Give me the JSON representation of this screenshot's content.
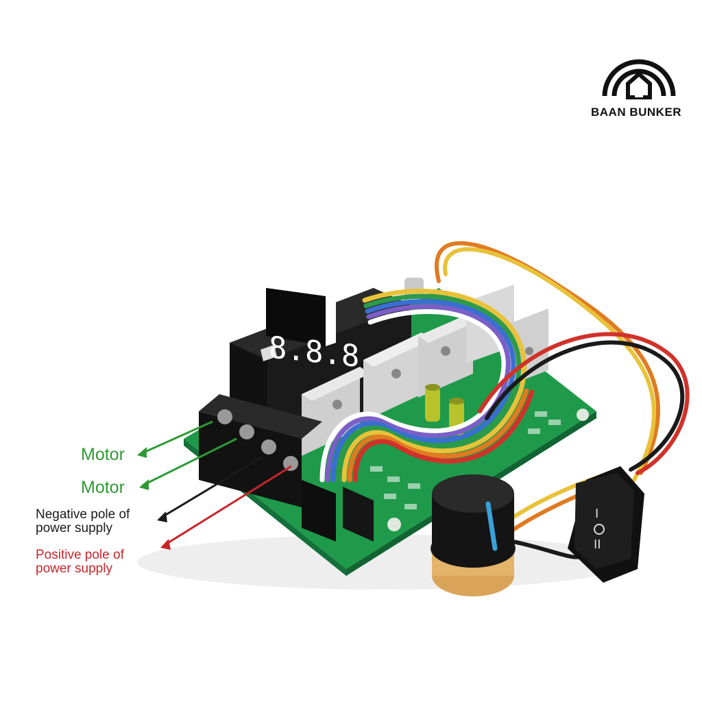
{
  "logo": {
    "text": "BAAN  BUNKER"
  },
  "display": {
    "digits": "8.8.8."
  },
  "labels": {
    "motor_1": "Motor",
    "motor_2": "Motor",
    "negative_line1": "Negative pole of",
    "negative_line2": "power supply",
    "positive_line1": "Positive pole of",
    "positive_line2": "power supply"
  },
  "colors": {
    "motor_label": "#2f9a35",
    "negative_label": "#1a1a1a",
    "positive_label": "#c8242a",
    "pcb": "#1f9a4a",
    "knob_stripe": "#3aa0d8"
  }
}
